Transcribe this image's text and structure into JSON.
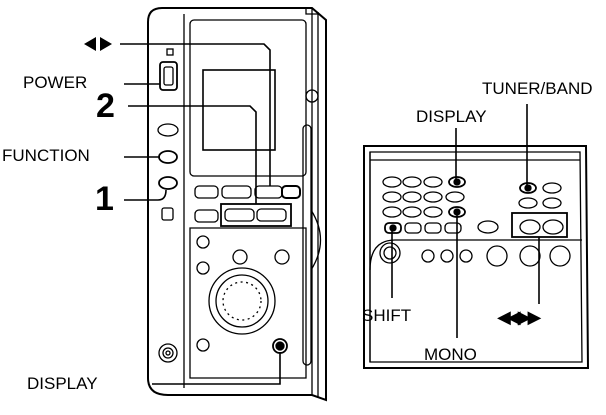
{
  "labels": {
    "power": "POWER",
    "step2": "2",
    "function": "FUNCTION",
    "step1": "1",
    "display_main": "DISPLAY",
    "display_remote": "DISPLAY",
    "tuner_band": "TUNER/BAND",
    "shift": "SHIFT",
    "mono": "MONO",
    "skip_symbols": "◀◀,▶▶"
  },
  "icons": {
    "cursor_arrows": "left-right-arrows-icon"
  },
  "colors": {
    "line": "#000000",
    "device_fill": "#ffffff",
    "highlight_fill": "#dddddd"
  }
}
